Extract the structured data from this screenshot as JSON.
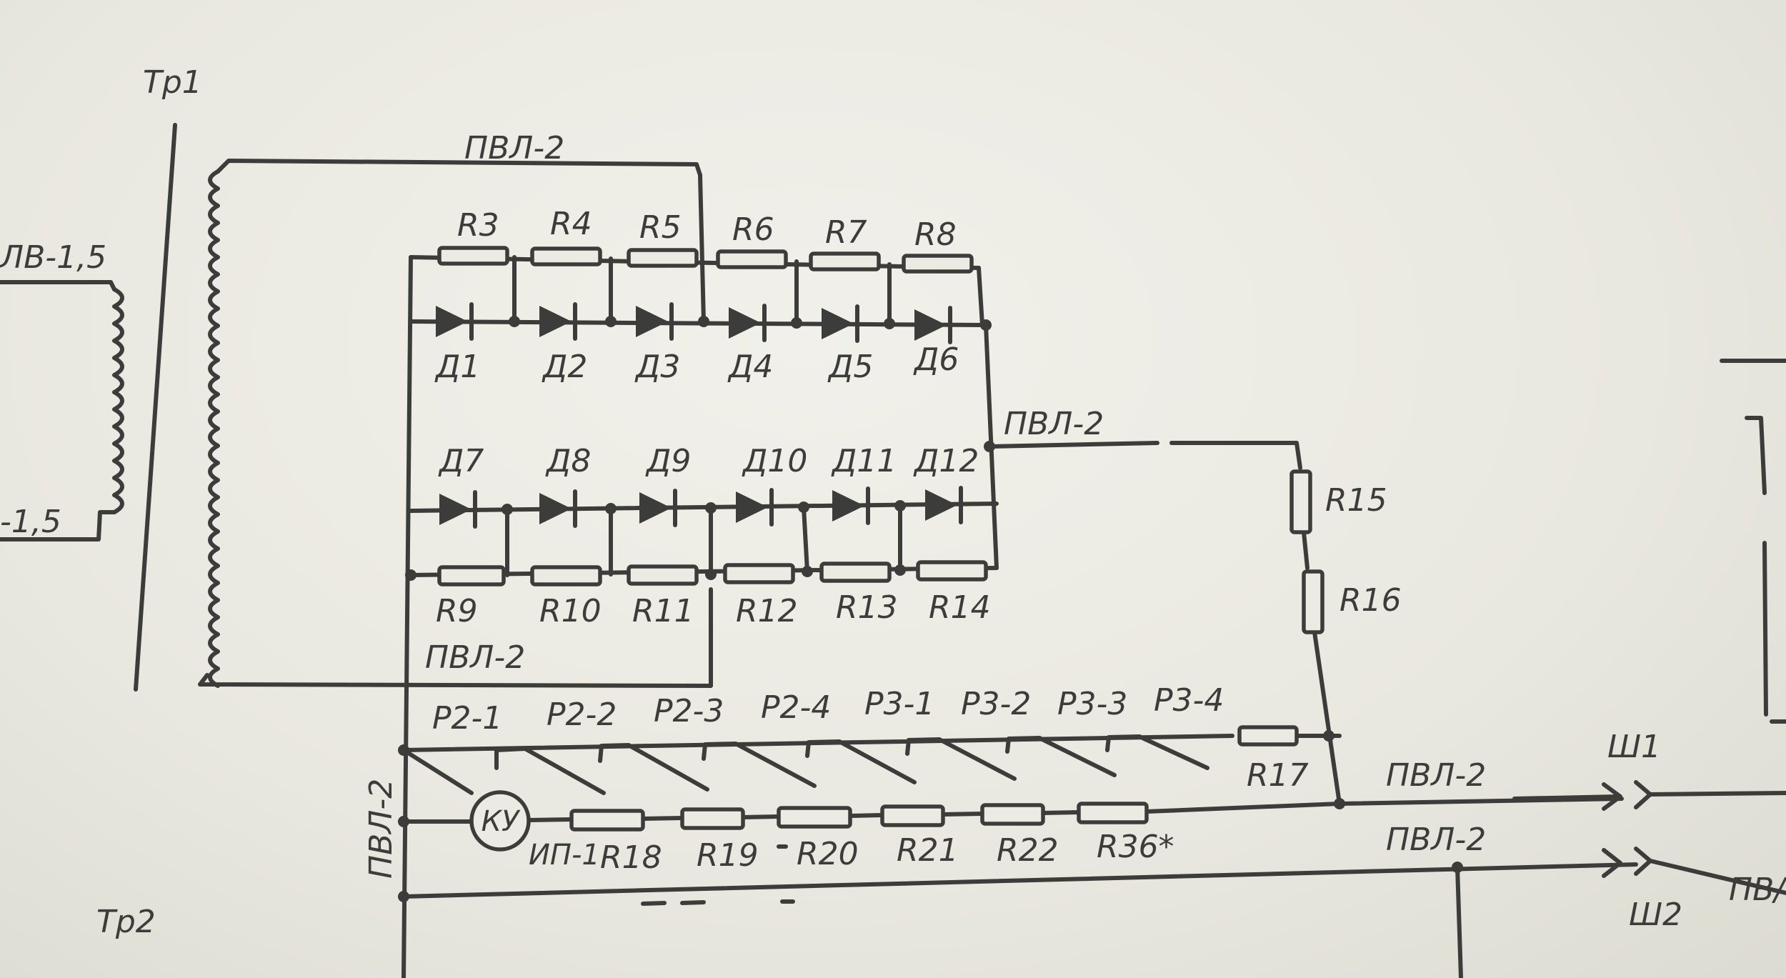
{
  "labels": {
    "tp1": "Тр1",
    "tp2": "Тр2",
    "pvl_top": "ПВЛ-2",
    "pvl_mid": "ПВЛ-2",
    "pvl_bottom_left": "ПВЛ-2",
    "pvl_vertical": "ПВЛ-2",
    "pvl_sh1": "ПВЛ-2",
    "pvl_sh2": "ПВЛ-2",
    "pvl_cut": "ПВ/",
    "left_top": "ЛВ-1,5",
    "left_bottom": "-1,5",
    "sh1": "Ш1",
    "sh2": "Ш2",
    "ky": "КУ",
    "ip1": "ИП-1",
    "r15": "R15",
    "r16": "R16",
    "r17": "R17"
  },
  "top_resistors": [
    "R3",
    "R4",
    "R5",
    "R6",
    "R7",
    "R8"
  ],
  "top_diodes": [
    "Д1",
    "Д2",
    "Д3",
    "Д4",
    "Д5",
    "Д6"
  ],
  "mid_diodes": [
    "Д7",
    "Д8",
    "Д9",
    "Д10",
    "Д11",
    "Д12"
  ],
  "mid_resistors": [
    "R9",
    "R10",
    "R11",
    "R12",
    "R13",
    "R14"
  ],
  "relay_contacts": [
    "Р2-1",
    "Р2-2",
    "Р2-3",
    "Р2-4",
    "Р3-1",
    "Р3-2",
    "Р3-3",
    "Р3-4"
  ],
  "meter_resistors": [
    "R18",
    "R19",
    "R20",
    "R21",
    "R22",
    "R36*"
  ],
  "colors": {
    "ink": "#3c3d3a",
    "paper": "#ecebe3"
  }
}
